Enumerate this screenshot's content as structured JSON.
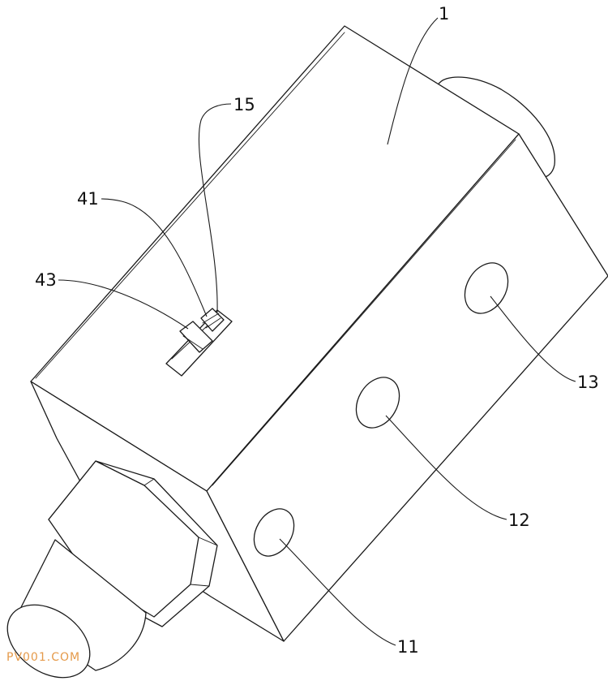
{
  "figure": {
    "callouts": [
      {
        "id": "1",
        "label": "1",
        "part": "body-top-face"
      },
      {
        "id": "15",
        "label": "15",
        "part": "slot"
      },
      {
        "id": "41",
        "label": "41",
        "part": "latch-tooth"
      },
      {
        "id": "43",
        "label": "43",
        "part": "latch-tab"
      },
      {
        "id": "13",
        "label": "13",
        "part": "hole-upper"
      },
      {
        "id": "12",
        "label": "12",
        "part": "hole-middle"
      },
      {
        "id": "11",
        "label": "11",
        "part": "hole-lower"
      }
    ]
  },
  "watermark": "PV001.COM"
}
